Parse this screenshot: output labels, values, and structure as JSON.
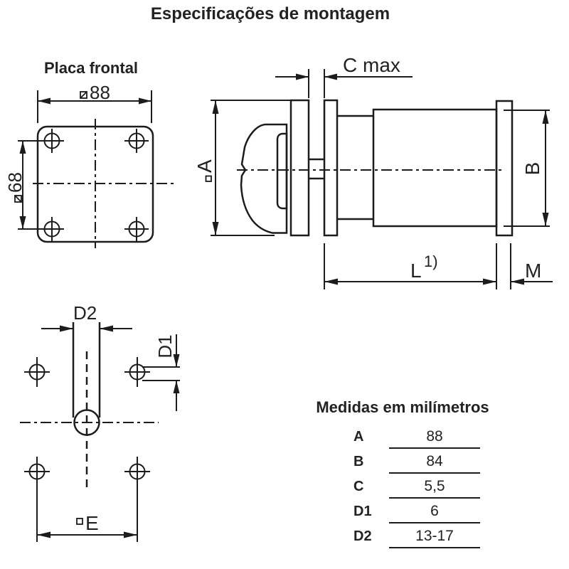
{
  "title": "Especificações de montagem",
  "front_plate": {
    "heading": "Placa frontal",
    "width_label": "88",
    "height_label": "68"
  },
  "side_view": {
    "a_label": "A",
    "b_label": "B",
    "c_label": "C max",
    "l_label": "L",
    "l_sup": "1)",
    "m_label": "M"
  },
  "holes_view": {
    "d2_label": "D2",
    "d1_label": "D1",
    "e_label": "E"
  },
  "table": {
    "heading": "Medidas em milímetros",
    "rows": [
      {
        "label": "A",
        "value": "88"
      },
      {
        "label": "B",
        "value": "84"
      },
      {
        "label": "C",
        "value": "5,5"
      },
      {
        "label": "D1",
        "value": "6"
      },
      {
        "label": "D2",
        "value": "13-17"
      }
    ]
  },
  "icons": {
    "square_dim": "square-outline",
    "square_dim_slashed": "square-with-diagonal"
  },
  "colors": {
    "line": "#1c1c1c",
    "text": "#222222",
    "background": "#ffffff"
  }
}
